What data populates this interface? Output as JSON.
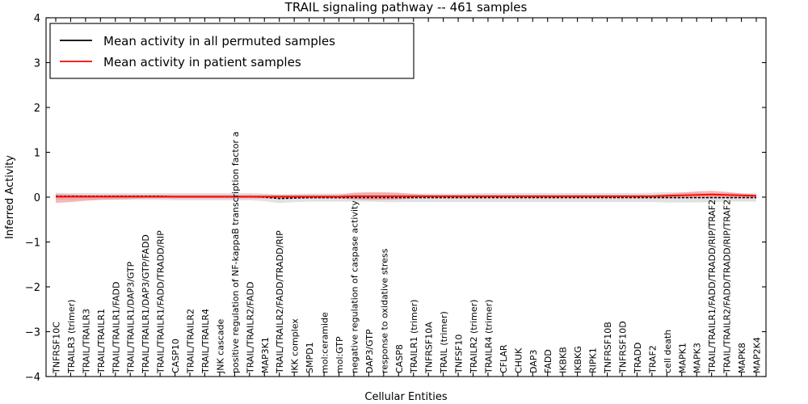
{
  "chart_data": {
    "type": "line",
    "title": "TRAIL signaling pathway -- 461 samples",
    "xlabel": "Cellular Entities",
    "ylabel": "Inferred Activity",
    "ylim": [
      -4,
      4
    ],
    "yticks": [
      -4,
      -3,
      -2,
      -1,
      0,
      1,
      2,
      3,
      4
    ],
    "ytick_labels": [
      "−4",
      "−3",
      "−2",
      "−1",
      "0",
      "1",
      "2",
      "3",
      "4"
    ],
    "grid": false,
    "legend_position": "upper left",
    "legend": [
      {
        "label": "Mean activity in all permuted samples",
        "color": "#000000",
        "style": "solid"
      },
      {
        "label": "Mean activity in patient samples",
        "color": "#ff0000",
        "style": "solid"
      }
    ],
    "categories": [
      "TNFRSF10C",
      "TRAILR3 (trimer)",
      "TRAIL/TRAILR3",
      "TRAIL/TRAILR1",
      "TRAIL/TRAILR1/FADD",
      "TRAIL/TRAILR1/DAP3/GTP",
      "TRAIL/TRAILR1/DAP3/GTP/FADD",
      "TRAIL/TRAILR1/FADD/TRADD/RIP",
      "CASP10",
      "TRAIL/TRAILR2",
      "TRAIL/TRAILR4",
      "JNK cascade",
      "positive regulation of NF-kappaB transcription factor a",
      "TRAIL/TRAILR2/FADD",
      "MAP3K1",
      "TRAIL/TRAILR2/FADD/TRADD/RIP",
      "IKK complex",
      "SMPD1",
      "mol:ceramide",
      "mol:GTP",
      "negative regulation of caspase activity",
      "DAP3/GTP",
      "response to oxidative stress",
      "CASP8",
      "TRAILR1 (trimer)",
      "TNFRSF10A",
      "TRAIL (trimer)",
      "TNFSF10",
      "TRAILR2 (trimer)",
      "TRAILR4 (trimer)",
      "CFLAR",
      "CHUK",
      "DAP3",
      "FADD",
      "IKBKB",
      "IKBKG",
      "RIPK1",
      "TNFRSF10B",
      "TNFRSF10D",
      "TRADD",
      "TRAF2",
      "cell death",
      "MAPK1",
      "MAPK3",
      "TRAIL/TRAILR1/FADD/TRADD/RIP/TRAF2",
      "TRAIL/TRAILR2/FADD/TRADD/RIP/TRAF2",
      "MAPK8",
      "MAP2K4"
    ],
    "series": [
      {
        "name": "Mean activity in all permuted samples",
        "color": "#000000",
        "band_color": "#c8c8c8",
        "values": [
          0.02,
          0.02,
          0.02,
          0.02,
          0.02,
          0.02,
          0.02,
          0.02,
          0.01,
          0.01,
          0.01,
          0.01,
          0.01,
          0.01,
          0.0,
          -0.03,
          -0.02,
          -0.01,
          -0.01,
          -0.01,
          -0.01,
          -0.01,
          -0.01,
          -0.01,
          -0.01,
          -0.01,
          -0.01,
          -0.01,
          -0.01,
          -0.01,
          -0.01,
          -0.01,
          -0.01,
          -0.01,
          -0.01,
          -0.01,
          -0.01,
          -0.01,
          -0.01,
          -0.01,
          -0.01,
          -0.01,
          -0.01,
          -0.01,
          -0.01,
          -0.01,
          -0.01,
          -0.01
        ],
        "band_upper": [
          0.1,
          0.09,
          0.09,
          0.09,
          0.09,
          0.09,
          0.09,
          0.09,
          0.09,
          0.09,
          0.09,
          0.09,
          0.09,
          0.09,
          0.08,
          0.06,
          0.07,
          0.08,
          0.08,
          0.08,
          0.08,
          0.08,
          0.08,
          0.08,
          0.08,
          0.08,
          0.08,
          0.08,
          0.09,
          0.09,
          0.09,
          0.09,
          0.09,
          0.09,
          0.09,
          0.09,
          0.09,
          0.09,
          0.09,
          0.09,
          0.1,
          0.11,
          0.11,
          0.1,
          0.09,
          0.09,
          0.09,
          0.09
        ],
        "band_lower": [
          -0.06,
          -0.06,
          -0.06,
          -0.06,
          -0.06,
          -0.06,
          -0.06,
          -0.06,
          -0.07,
          -0.07,
          -0.07,
          -0.07,
          -0.07,
          -0.07,
          -0.09,
          -0.13,
          -0.11,
          -0.1,
          -0.1,
          -0.1,
          -0.1,
          -0.1,
          -0.11,
          -0.11,
          -0.11,
          -0.11,
          -0.11,
          -0.11,
          -0.11,
          -0.11,
          -0.11,
          -0.11,
          -0.11,
          -0.11,
          -0.11,
          -0.11,
          -0.11,
          -0.11,
          -0.11,
          -0.11,
          -0.11,
          -0.12,
          -0.12,
          -0.12,
          -0.11,
          -0.1,
          -0.1,
          -0.1
        ]
      },
      {
        "name": "Mean activity in patient samples",
        "color": "#ff0000",
        "band_color": "#f08080",
        "values": [
          0.01,
          0.01,
          0.01,
          0.01,
          0.01,
          0.01,
          0.01,
          0.01,
          0.01,
          0.01,
          0.01,
          0.01,
          0.01,
          0.01,
          0.01,
          0.01,
          0.01,
          0.01,
          0.01,
          0.01,
          0.02,
          0.02,
          0.02,
          0.02,
          0.02,
          0.02,
          0.02,
          0.02,
          0.02,
          0.02,
          0.02,
          0.02,
          0.02,
          0.02,
          0.02,
          0.02,
          0.02,
          0.02,
          0.02,
          0.02,
          0.02,
          0.03,
          0.04,
          0.05,
          0.06,
          0.05,
          0.04,
          0.03
        ],
        "band_upper": [
          0.07,
          0.06,
          0.05,
          0.05,
          0.05,
          0.05,
          0.05,
          0.05,
          0.05,
          0.05,
          0.05,
          0.05,
          0.05,
          0.05,
          0.05,
          0.05,
          0.05,
          0.05,
          0.05,
          0.05,
          0.1,
          0.11,
          0.11,
          0.1,
          0.07,
          0.05,
          0.05,
          0.05,
          0.05,
          0.05,
          0.05,
          0.05,
          0.05,
          0.05,
          0.05,
          0.05,
          0.05,
          0.05,
          0.05,
          0.05,
          0.05,
          0.07,
          0.1,
          0.13,
          0.14,
          0.12,
          0.08,
          0.06
        ],
        "band_lower": [
          -0.13,
          -0.11,
          -0.08,
          -0.06,
          -0.05,
          -0.04,
          -0.03,
          -0.03,
          -0.03,
          -0.03,
          -0.03,
          -0.03,
          -0.03,
          -0.03,
          -0.03,
          -0.03,
          -0.03,
          -0.03,
          -0.03,
          -0.03,
          -0.05,
          -0.06,
          -0.06,
          -0.05,
          -0.03,
          -0.02,
          -0.02,
          -0.02,
          -0.02,
          -0.02,
          -0.02,
          -0.02,
          -0.02,
          -0.02,
          -0.02,
          -0.02,
          -0.02,
          -0.02,
          -0.02,
          -0.02,
          -0.02,
          -0.02,
          -0.02,
          -0.02,
          -0.02,
          -0.02,
          -0.02,
          -0.02
        ]
      }
    ]
  }
}
